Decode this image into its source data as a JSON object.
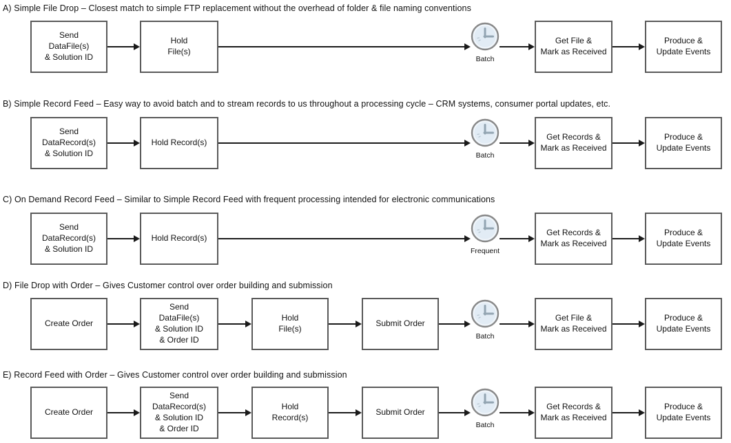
{
  "colors": {
    "background": "#ffffff",
    "text": "#111111",
    "box_border": "#595959",
    "arrow": "#1a1a1a",
    "clock_ring": "#888888",
    "clock_face": "#e2ecf5",
    "clock_hands": "#93a5b2"
  },
  "rows": [
    {
      "id": "A",
      "title": "A) Simple File Drop – Closest match to simple FTP replacement without the overhead of folder & file naming conventions",
      "nodes": [
        {
          "type": "box",
          "label": "Send\nDataFile(s)\n& Solution ID"
        },
        {
          "type": "box",
          "label": "Hold\nFile(s)"
        },
        {
          "type": "clock",
          "label": "Batch"
        },
        {
          "type": "box",
          "label": "Get File &\nMark as Received"
        },
        {
          "type": "box",
          "label": "Produce &\nUpdate Events"
        }
      ]
    },
    {
      "id": "B",
      "title": "B) Simple Record Feed – Easy way to avoid batch and to stream records to us throughout a processing cycle – CRM systems, consumer portal updates, etc.",
      "nodes": [
        {
          "type": "box",
          "label": "Send\nDataRecord(s)\n& Solution ID"
        },
        {
          "type": "box",
          "label": "Hold Record(s)"
        },
        {
          "type": "clock",
          "label": "Batch"
        },
        {
          "type": "box",
          "label": "Get Records &\nMark as Received"
        },
        {
          "type": "box",
          "label": "Produce &\nUpdate Events"
        }
      ]
    },
    {
      "id": "C",
      "title": "C) On Demand Record Feed – Similar to Simple Record Feed with frequent processing intended for electronic communications",
      "nodes": [
        {
          "type": "box",
          "label": "Send\nDataRecord(s)\n& Solution ID"
        },
        {
          "type": "box",
          "label": "Hold Record(s)"
        },
        {
          "type": "clock",
          "label": "Frequent"
        },
        {
          "type": "box",
          "label": "Get Records &\nMark as Received"
        },
        {
          "type": "box",
          "label": "Produce &\nUpdate Events"
        }
      ]
    },
    {
      "id": "D",
      "title": "D) File Drop with Order – Gives Customer control over order building and submission",
      "nodes": [
        {
          "type": "box",
          "label": "Create Order"
        },
        {
          "type": "box",
          "label": "Send\nDataFile(s)\n& Solution ID\n& Order ID"
        },
        {
          "type": "box",
          "label": "Hold\nFile(s)"
        },
        {
          "type": "box",
          "label": "Submit Order"
        },
        {
          "type": "clock",
          "label": "Batch"
        },
        {
          "type": "box",
          "label": "Get File &\nMark as Received"
        },
        {
          "type": "box",
          "label": "Produce &\nUpdate Events"
        }
      ]
    },
    {
      "id": "E",
      "title": "E) Record Feed with Order – Gives Customer control over order building and submission",
      "nodes": [
        {
          "type": "box",
          "label": "Create Order"
        },
        {
          "type": "box",
          "label": "Send\nDataRecord(s)\n& Solution ID\n& Order ID"
        },
        {
          "type": "box",
          "label": "Hold\nRecord(s)"
        },
        {
          "type": "box",
          "label": "Submit Order"
        },
        {
          "type": "clock",
          "label": "Batch"
        },
        {
          "type": "box",
          "label": "Get Records &\nMark as Received"
        },
        {
          "type": "box",
          "label": "Produce &\nUpdate Events"
        }
      ]
    }
  ]
}
